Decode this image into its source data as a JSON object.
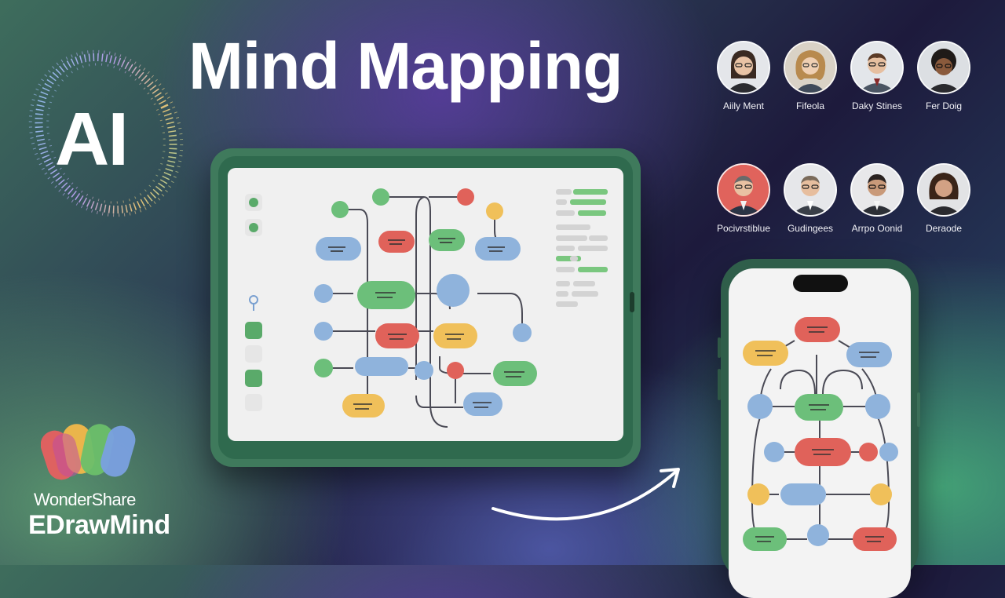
{
  "hero": {
    "badge": "AI",
    "title": "Mind Mapping"
  },
  "team": [
    {
      "name": "Aiily Ment"
    },
    {
      "name": "Fifeola"
    },
    {
      "name": "Daky Stines"
    },
    {
      "name": "Fer Doig"
    },
    {
      "name": "Pocivrstiblue"
    },
    {
      "name": "Gudingees"
    },
    {
      "name": "Arrpo Oonid"
    },
    {
      "name": "Deraode"
    }
  ],
  "brand": {
    "company": "WonderShare",
    "product": "EDrawMind"
  },
  "colors": {
    "green": "#6cbf7a",
    "blue": "#8fb3dc",
    "red": "#e0625a",
    "yellow": "#f0c05a",
    "line": "#4a4a55"
  },
  "icons": [
    "sparkle-ring-icon",
    "arrow-curve-icon",
    "logo-icon"
  ]
}
